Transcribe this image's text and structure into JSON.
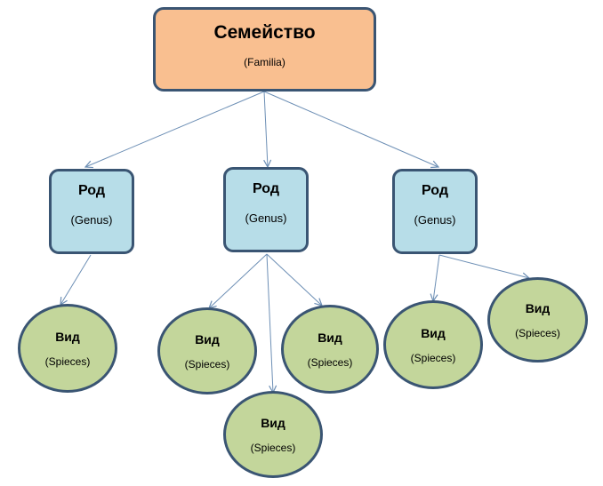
{
  "family": {
    "title": "Семейство",
    "subtitle": "(Familia)"
  },
  "genera": [
    {
      "title": "Род",
      "subtitle": "(Genus)"
    },
    {
      "title": "Род",
      "subtitle": "(Genus)"
    },
    {
      "title": "Род",
      "subtitle": "(Genus)"
    }
  ],
  "species": [
    {
      "title": "Вид",
      "subtitle": "(Spieces)"
    },
    {
      "title": "Вид",
      "subtitle": "(Spieces)"
    },
    {
      "title": "Вид",
      "subtitle": "(Spieces)"
    },
    {
      "title": "Вид",
      "subtitle": "(Spieces)"
    },
    {
      "title": "Вид",
      "subtitle": "(Spieces)"
    },
    {
      "title": "Вид",
      "subtitle": "(Spieces)"
    }
  ],
  "colors": {
    "family_fill": "#f9bf90",
    "genus_fill": "#b7dde8",
    "species_fill": "#c3d69b",
    "node_border": "#3a5573",
    "connector": "#6d8fb5"
  }
}
